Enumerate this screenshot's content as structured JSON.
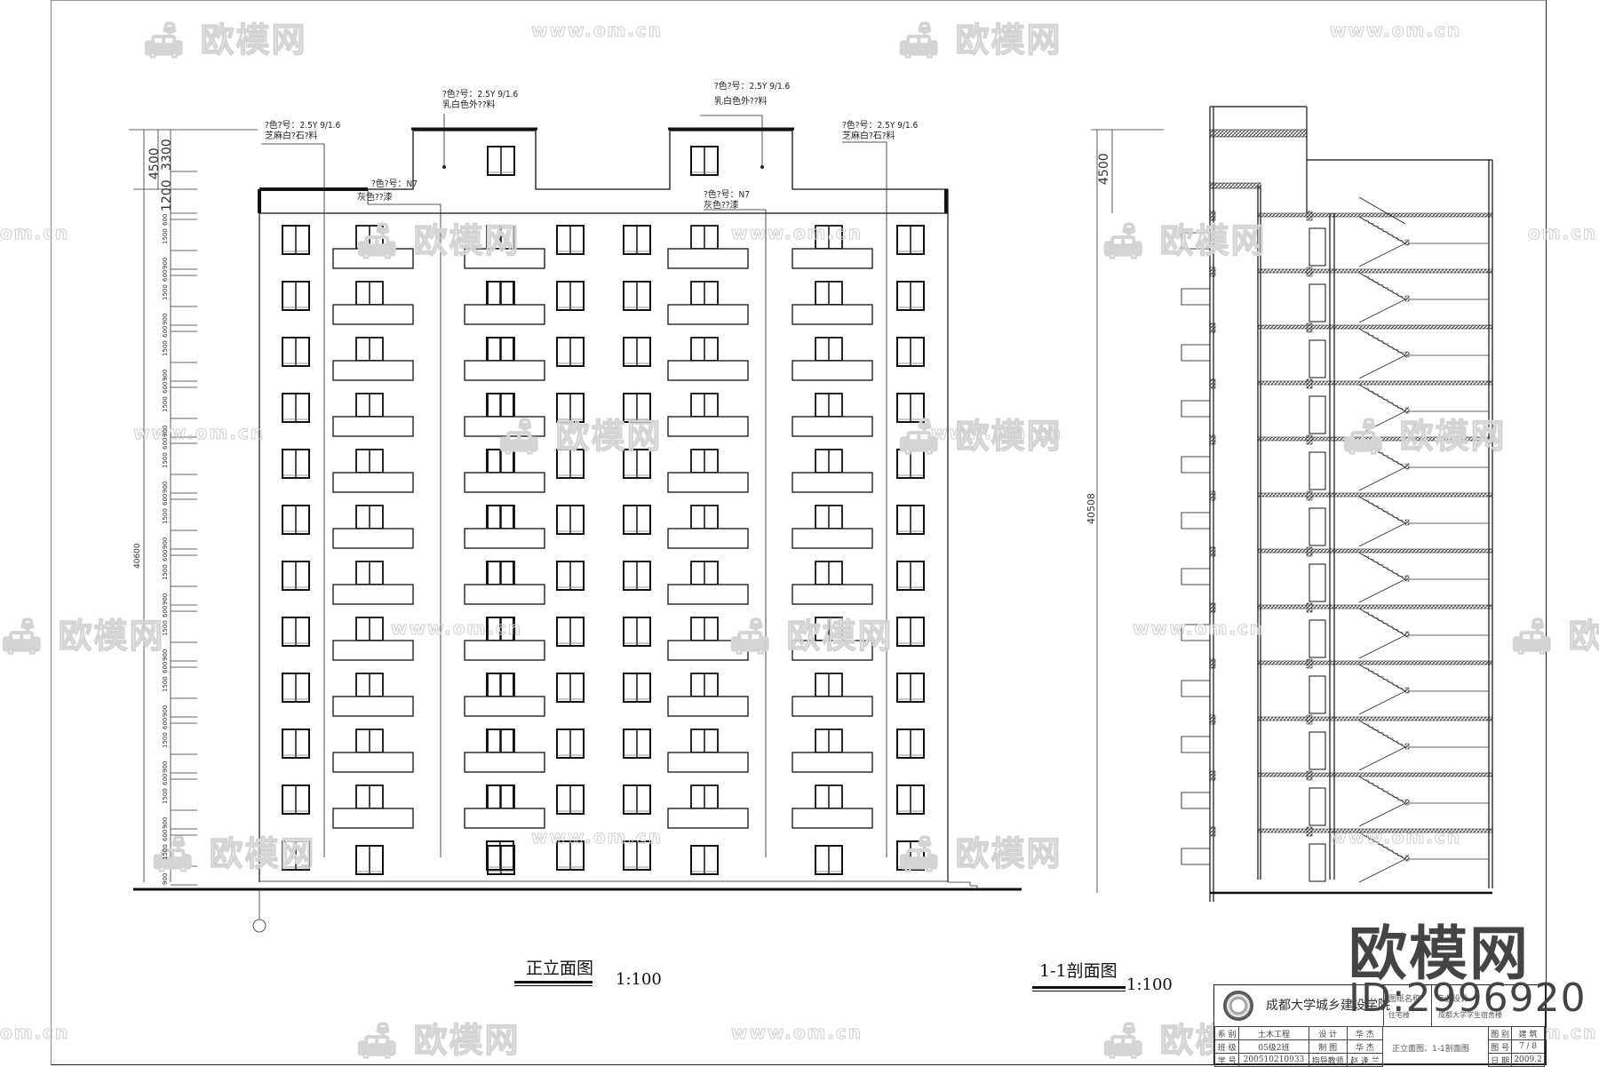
{
  "drawing": {
    "type": "architectural-elevation-and-section",
    "elevation": {
      "title": "正立面图",
      "scale": "1:100",
      "floors": 12,
      "total_height_dim": "40600",
      "roof_parapet_dims": [
        "4500",
        "3300",
        "1200"
      ],
      "floor_dims_repeating": [
        "600",
        "1500",
        "900"
      ],
      "bottom_dim": "600",
      "annotations": [
        {
          "id": "left-wall",
          "line1": "?色?号：2.5Y 9/1.6",
          "line2": "芝麻白?石?料"
        },
        {
          "id": "roof-left",
          "line1": "?色?号：2.5Y 9/1.6",
          "line2": "乳白色外??料"
        },
        {
          "id": "parapet-left",
          "line1": "?色?号：N7",
          "line2": "灰色??漆"
        },
        {
          "id": "roof-right",
          "line1": "?色?号：2.5Y 9/1.6",
          "line2": "乳白色外??料"
        },
        {
          "id": "parapet-right",
          "line1": "?色?号：N7",
          "line2": "灰色??漆"
        },
        {
          "id": "right-wall",
          "line1": "?色?号：2.5Y 9/1.6",
          "line2": "芝麻白?石?料"
        }
      ],
      "axis_marker": "○"
    },
    "section": {
      "title": "1-1剖面图",
      "scale": "1:100",
      "top_dim": "4500",
      "total_height_dim": "40508",
      "floors": 12
    }
  },
  "title_block": {
    "institution": "成都大学城乡建设学院",
    "project_name_label": "图纸名称",
    "project_name_value": "专业设计",
    "project_sub_left": "住宅楼",
    "project_sub_right": "成都大学学生宿舍楼",
    "rows": [
      {
        "c1": "系 别",
        "c2": "土木工程",
        "c3": "设 计",
        "c4": "华 杰"
      },
      {
        "c1": "班 级",
        "c2": "05级2班",
        "c3": "制 图",
        "c4": "华 杰"
      },
      {
        "c1": "学 号",
        "c2": "200510210933",
        "c3": "指导教师",
        "c4": "赵 逢 兰"
      }
    ],
    "drawing_title": "正立面图、1-1剖面图",
    "right_rows": [
      {
        "label": "图 别",
        "value": "建 筑"
      },
      {
        "label": "图 号",
        "value": "7 / 8"
      },
      {
        "label": "日 期",
        "value": "2009.2"
      }
    ]
  },
  "watermarks": {
    "logo_text": "欧模网",
    "url_text": "www.om.cn",
    "short_url": "om.cn",
    "big_logo": "欧模网",
    "id_text": "ID:2996920"
  }
}
